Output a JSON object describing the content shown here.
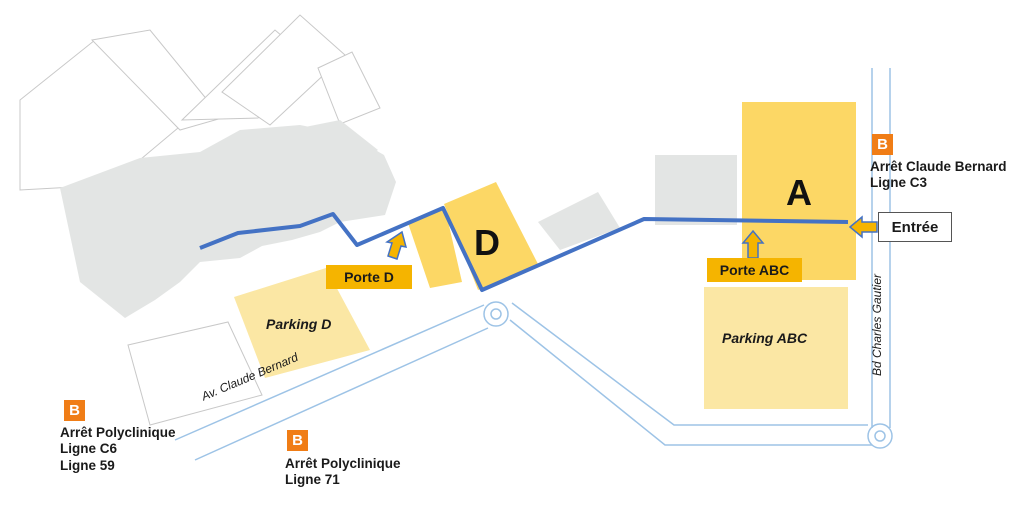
{
  "buildings": {
    "a": "A",
    "d": "D"
  },
  "parkings": {
    "d": "Parking D",
    "abc": "Parking ABC"
  },
  "doors": {
    "d": "Porte D",
    "abc": "Porte ABC"
  },
  "entrance": "Entrée",
  "streets": {
    "claude_bernard": "Av. Claude Bernard",
    "charles_gautier": "Bd Charles Gautier"
  },
  "bus_stops": [
    {
      "badge": "B",
      "name": "Arrêt Claude Bernard",
      "lines": [
        "Ligne C3"
      ]
    },
    {
      "badge": "B",
      "name": "Arrêt Polyclinique",
      "lines": [
        "Ligne C6",
        "Ligne 59"
      ]
    },
    {
      "badge": "B",
      "name": "Arrêt Polyclinique",
      "lines": [
        "Ligne 71"
      ]
    }
  ],
  "colors": {
    "route": "#4472c4",
    "building_main": "#fcd765",
    "parking": "#fbe7a4",
    "door_label": "#f5b400",
    "bus_badge": "#f07d16",
    "other_building": "#e3e5e4",
    "road_outline": "#9dc3e6"
  }
}
